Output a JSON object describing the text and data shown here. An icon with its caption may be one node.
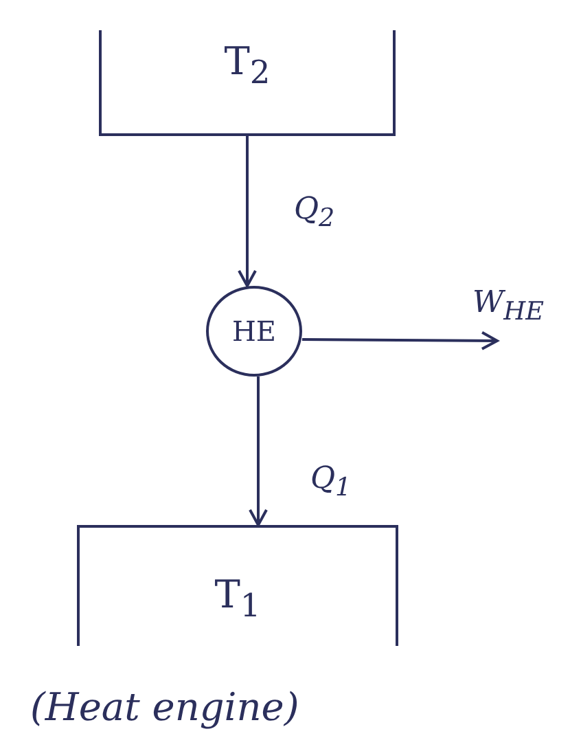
{
  "diagram": {
    "caption": "(Heat engine)",
    "nodes": [
      {
        "text": [
          "T$_{2}$"
        ]
      },
      {
        "text": [
          "HE"
        ]
      },
      {
        "text": [
          "T$_{1}$"
        ]
      }
    ],
    "edges": [
      {
        "from": 0,
        "to": 1,
        "arrow": "to",
        "label": "Q$_{2}$"
      },
      {
        "from": 1,
        "to": null,
        "arrow": "to",
        "label": "W$_{HE}$"
      },
      {
        "from": 1,
        "to": 2,
        "arrow": "to",
        "label": "Q$_{1}$"
      }
    ]
  }
}
